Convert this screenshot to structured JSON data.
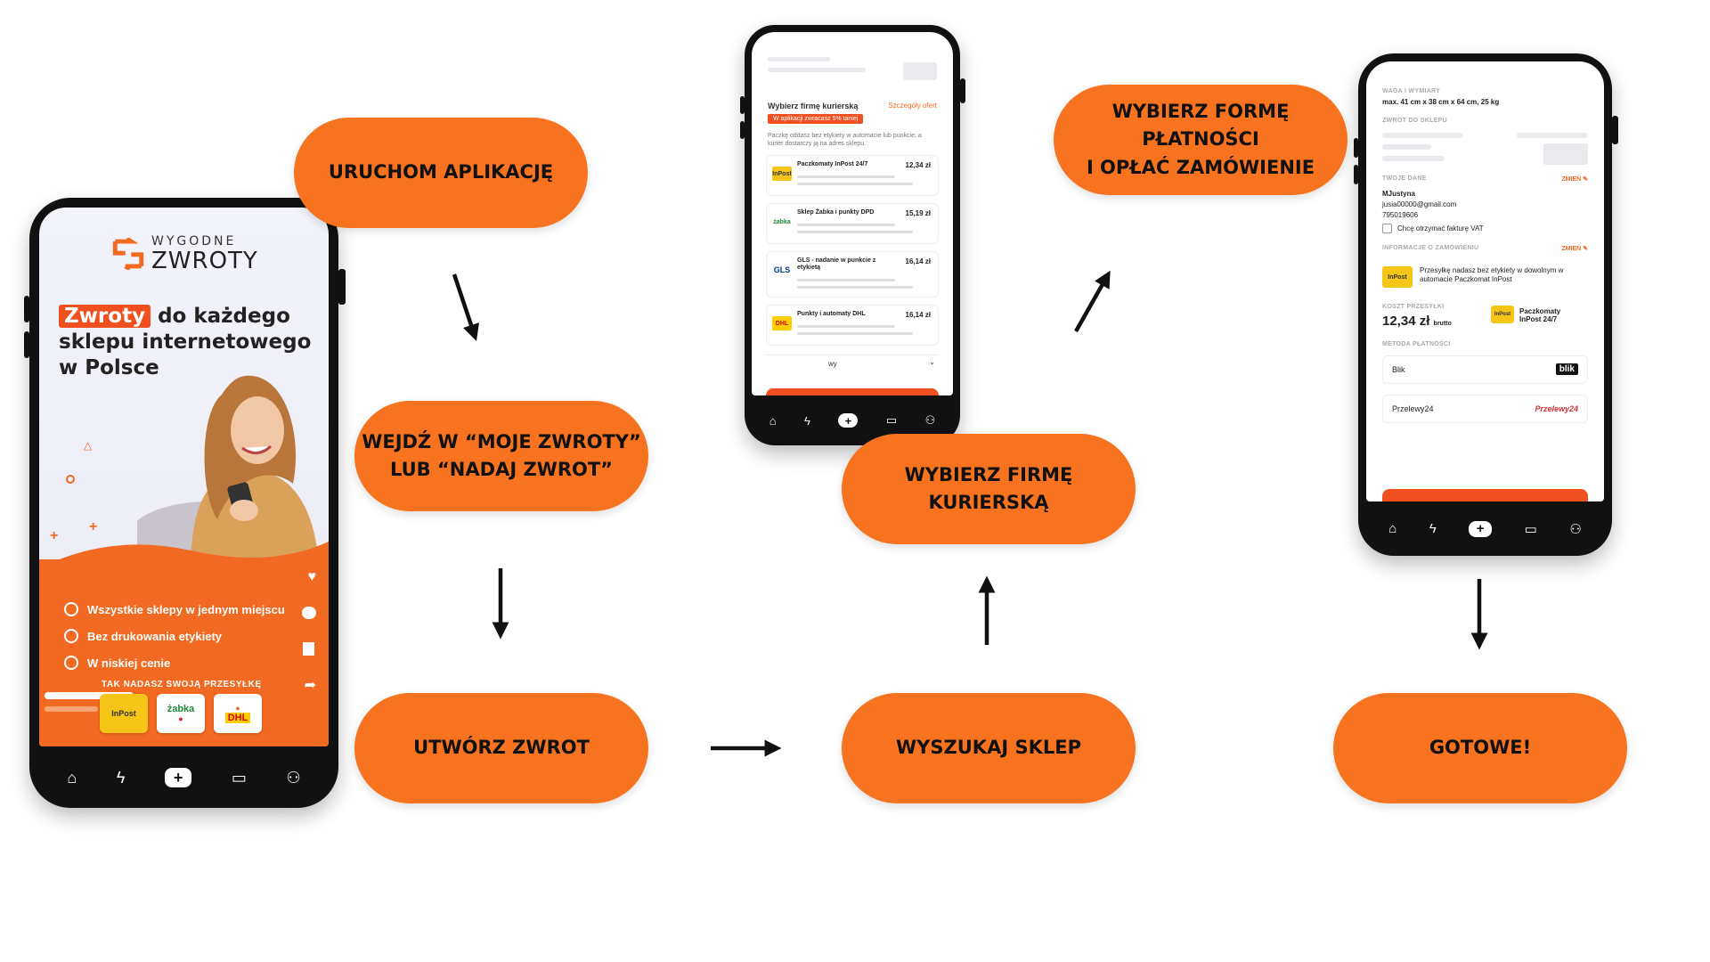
{
  "steps": {
    "s1": "URUCHOM APLIKACJĘ",
    "s2": "WEJDŹ W “MOJE ZWROTY”\nLUB “NADAJ ZWROT”",
    "s3": "UTWÓRZ ZWROT",
    "s4": "WYSZUKAJ SKLEP",
    "s5": "WYBIERZ FIRMĘ KURIERSKĄ",
    "s6": "WYBIERZ FORMĘ PŁATNOŚCI\nI OPŁAĆ ZAMÓWIENIE",
    "s7": "GOTOWE!"
  },
  "colors": {
    "accent": "#f7731f",
    "phone": "#111111",
    "arrow": "#111111"
  },
  "phone1": {
    "logo_top": "WYGODNE",
    "logo_bottom": "ZWROTY",
    "highlight": "Zwroty",
    "headline_rest": " do każdego sklepu internetowego w Polsce",
    "features": [
      "Wszystkie sklepy w jednym miejscu",
      "Bez drukowania etykiety",
      "W niskiej cenie"
    ],
    "small_caption": "TAK NADASZ SWOJĄ PRZESYŁKĘ",
    "carriers": [
      "inpost",
      "żabka",
      "dhl"
    ],
    "carrier_labels": {
      "zabka": "żabka",
      "dhl": "DHL"
    }
  },
  "phone2": {
    "title": "Wybierz firmę kurierską",
    "link": "Szczegóły ofert",
    "badge": "W aplikacji zwracasz 5% taniej",
    "note": "Paczkę oddasz bez etykiety w automacie lub punkcie, a kurier dostarczy ją na adres sklepu.",
    "offers": [
      {
        "name": "Paczkomaty InPost 24/7",
        "price": "12,34 zł",
        "logo": "InPost"
      },
      {
        "name": "Sklep Żabka i punkty DPD",
        "price": "15,19 zł",
        "logo": "żabka"
      },
      {
        "name": "GLS - nadanie w punkcie z etykietą",
        "price": "16,14 zł",
        "logo": "GLS"
      },
      {
        "name": "Punkty i automaty DHL",
        "price": "16,14 zł",
        "logo": "DHL"
      }
    ],
    "footer_text": "wy"
  },
  "phone3": {
    "weight_label": "WAGA I WYMIARY",
    "weight_value": "max. 41 cm x 38 cm x 64 cm, 25 kg",
    "return_label": "ZWROT DO SKLEPU",
    "data_label": "TWOJE DANE",
    "change": "ZMIEŃ",
    "user_name": "MJustyna",
    "user_email": "jusia00000@gmail.com",
    "user_phone": "795019606",
    "invoice": "Chcę otrzymać fakturę VAT",
    "order_label": "INFORMACJE O ZAMÓWIENIU",
    "order_text": "Przesyłkę nadasz bez etykiety w dowolnym w automacie Paczkomat InPost",
    "cost_label": "KOSZT PRZESYŁKI",
    "cost_value": "12,34 zł",
    "cost_unit": "brutto",
    "cost_carrier": "Paczkomaty InPost 24/7",
    "method_label": "METODA PŁATNOŚCI",
    "methods": [
      "Blik",
      "Przelewy24"
    ],
    "method_logos": [
      "blik",
      "Przelewy24"
    ],
    "logo_inpost": "InPost"
  }
}
